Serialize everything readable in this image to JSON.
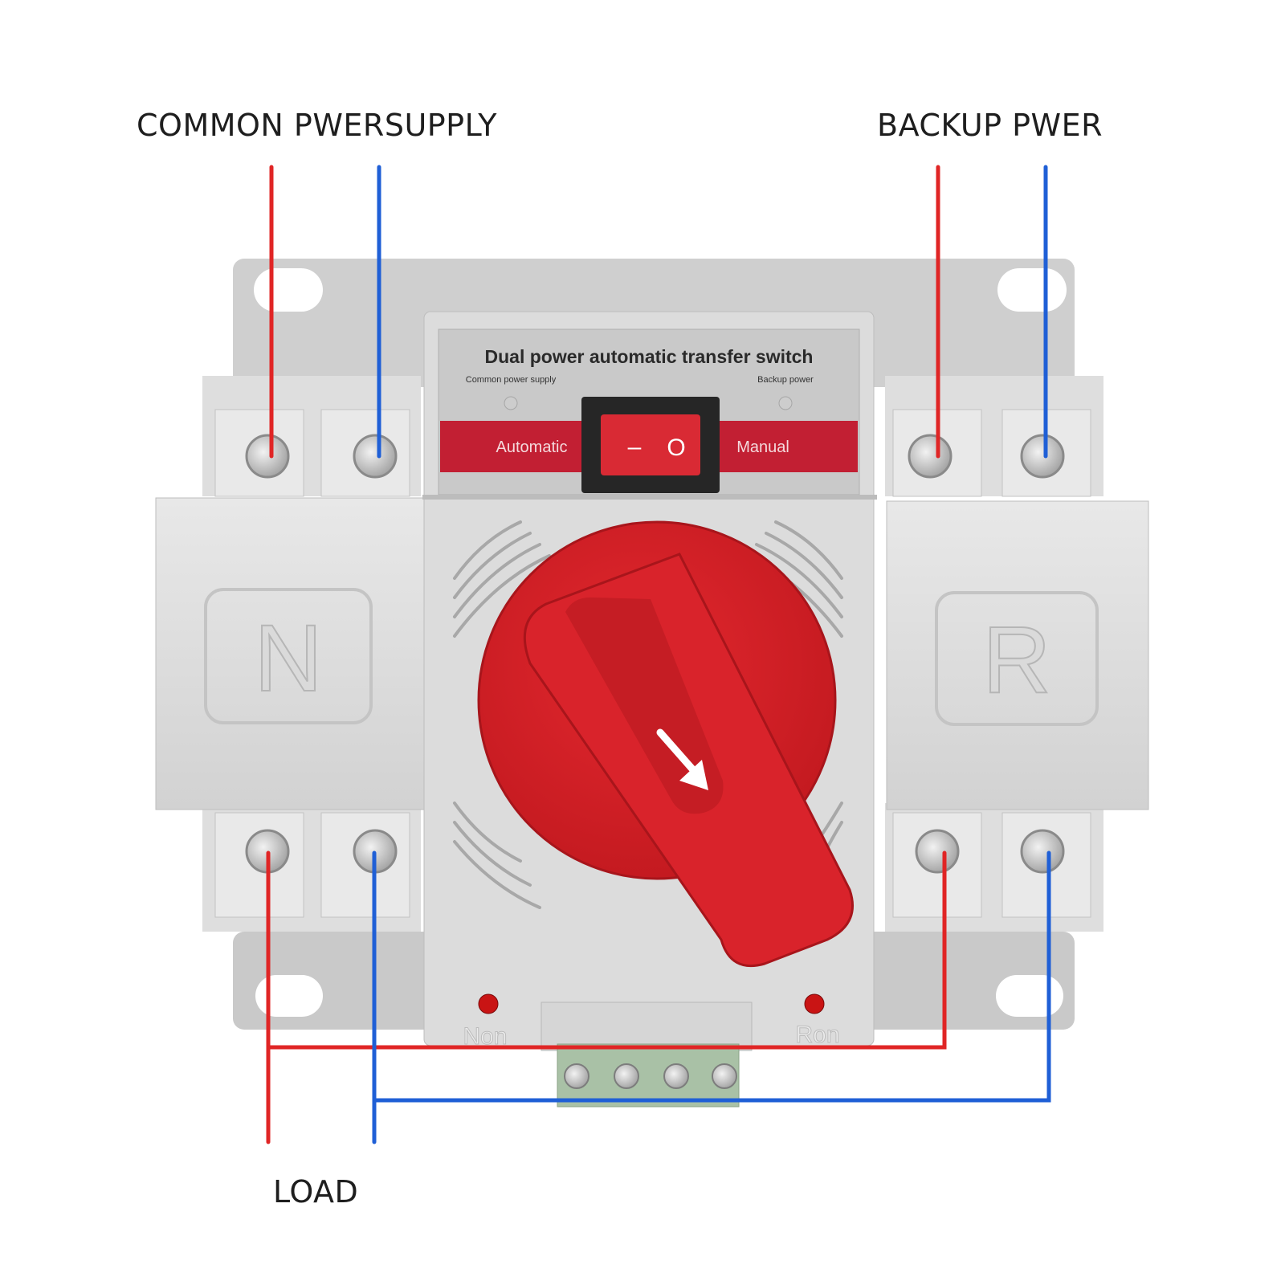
{
  "callouts": {
    "common_supply": "COMMON PWERSUPPLY",
    "backup_power": "BACKUP PWER",
    "load": "LOAD"
  },
  "device": {
    "title": "Dual power automatic transfer switch",
    "left_indicator_label": "Common power supply",
    "right_indicator_label": "Backup power",
    "mode_left": "Automatic",
    "mode_right": "Manual",
    "rocker_left_symbol": "–",
    "rocker_right_symbol": "O",
    "module_left_letter": "N",
    "module_right_letter": "R",
    "led_left_label": "Non",
    "led_right_label": "Ron"
  },
  "colors": {
    "live_wire": "#e02525",
    "neutral_wire": "#1f5fd6",
    "body": "#dcdcdc",
    "handle": "#d81f26",
    "label_band": "#c21f33"
  },
  "icons": [
    "screw-terminal-icon",
    "arrow-icon",
    "led-indicator-icon"
  ]
}
